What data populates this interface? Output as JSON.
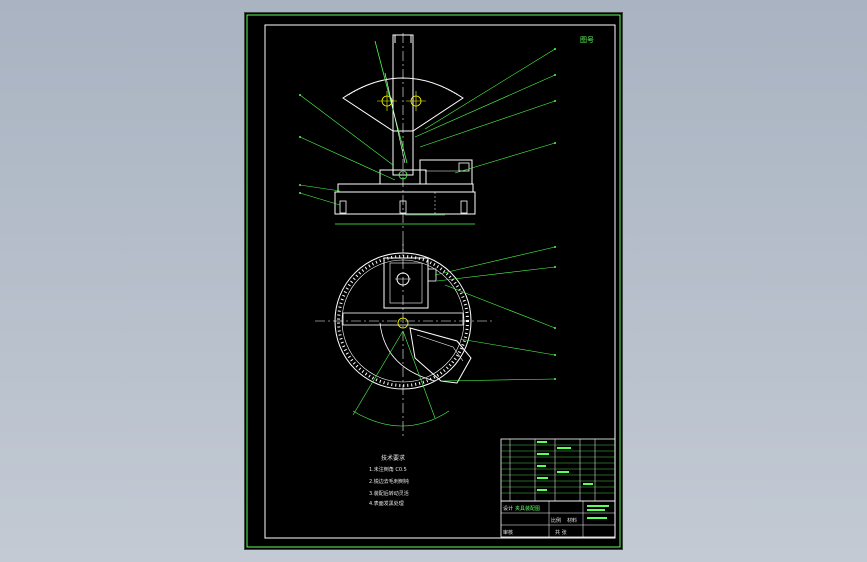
{
  "drawing": {
    "corner_label": "图号",
    "tech_requirements": {
      "title": "技术要求",
      "items": [
        "1.未注倒角 C0.5",
        "2.锐边去毛刺倒钝",
        "3.装配后转动灵活",
        "4.表面发黑处理"
      ]
    },
    "title_block": {
      "name": "夹具装配图",
      "design_label": "设计",
      "check_label": "审核",
      "scale_label": "比例",
      "material_label": "材料",
      "sheet_label": "共 张"
    },
    "colors": {
      "background": "#000000",
      "frame": "#5cff5c",
      "outline": "#ffffff",
      "leader": "#4cff4c",
      "center": "#ffff00"
    }
  }
}
